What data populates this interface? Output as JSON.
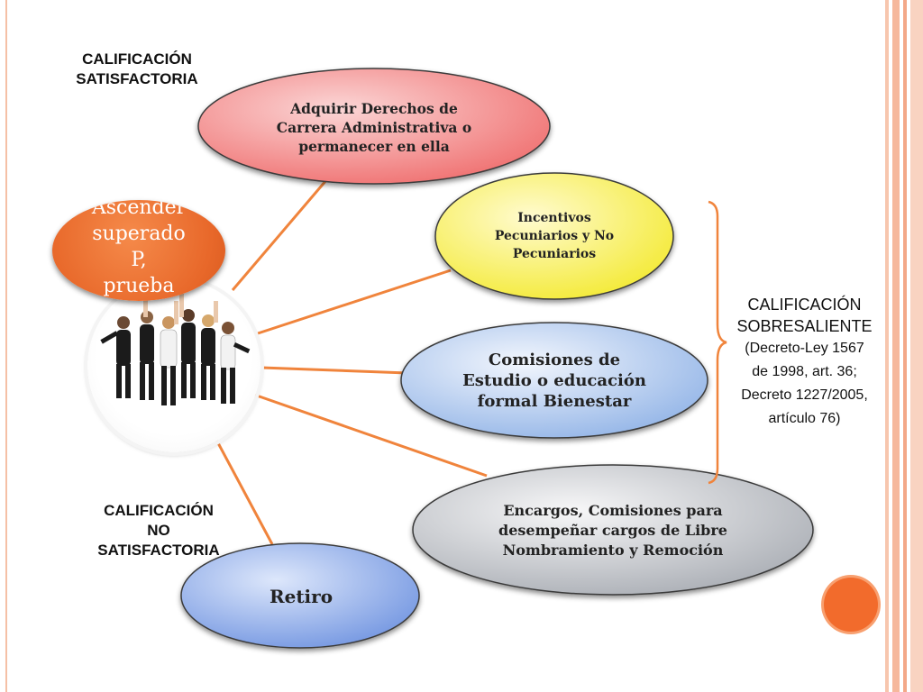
{
  "labels": {
    "satisfactoria": [
      "CALIFICACIÓN",
      "SATISFACTORIA"
    ],
    "no_satisfactoria": [
      "CALIFICACIÓN",
      "NO",
      "SATISFACTORIA"
    ],
    "sobresaliente": {
      "line1": "CALIFICACIÓN",
      "line2": "SOBRESALIENTE",
      "line3": "(Decreto-Ley 1567",
      "line4": "de 1998, art. 36;",
      "line5": "Decreto 1227/2005,",
      "line6": "artículo 76)"
    }
  },
  "ascend_text": [
    "Ascender",
    "superado",
    "P,",
    "prueba"
  ],
  "nodes": [
    {
      "id": "derechos",
      "lines": [
        "Adquirir Derechos de",
        "Carrera Administrativa o",
        "permanecer en ella"
      ],
      "fill": "#f07c7c"
    },
    {
      "id": "incentivos",
      "lines": [
        "Incentivos",
        "Pecuniarios y No",
        "Pecuniarios"
      ],
      "fill": "#f5ee3c"
    },
    {
      "id": "comisiones",
      "lines": [
        "Comisiones de",
        "Estudio o educación",
        "formal Bienestar"
      ],
      "fill": "#9ebdea"
    },
    {
      "id": "encargos",
      "lines": [
        "Encargos, Comisiones para",
        "desempeñar cargos de Libre",
        "Nombramiento y Remoción"
      ],
      "fill": "#b6b9bf"
    },
    {
      "id": "retiro",
      "lines": [
        "Retiro"
      ],
      "fill": "#8aa8e8"
    }
  ],
  "colors": {
    "connector": "#f0843c",
    "bracket": "#f0843c",
    "stripe_light": "#f7c8b0",
    "stripe_dark": "#f0a080"
  }
}
